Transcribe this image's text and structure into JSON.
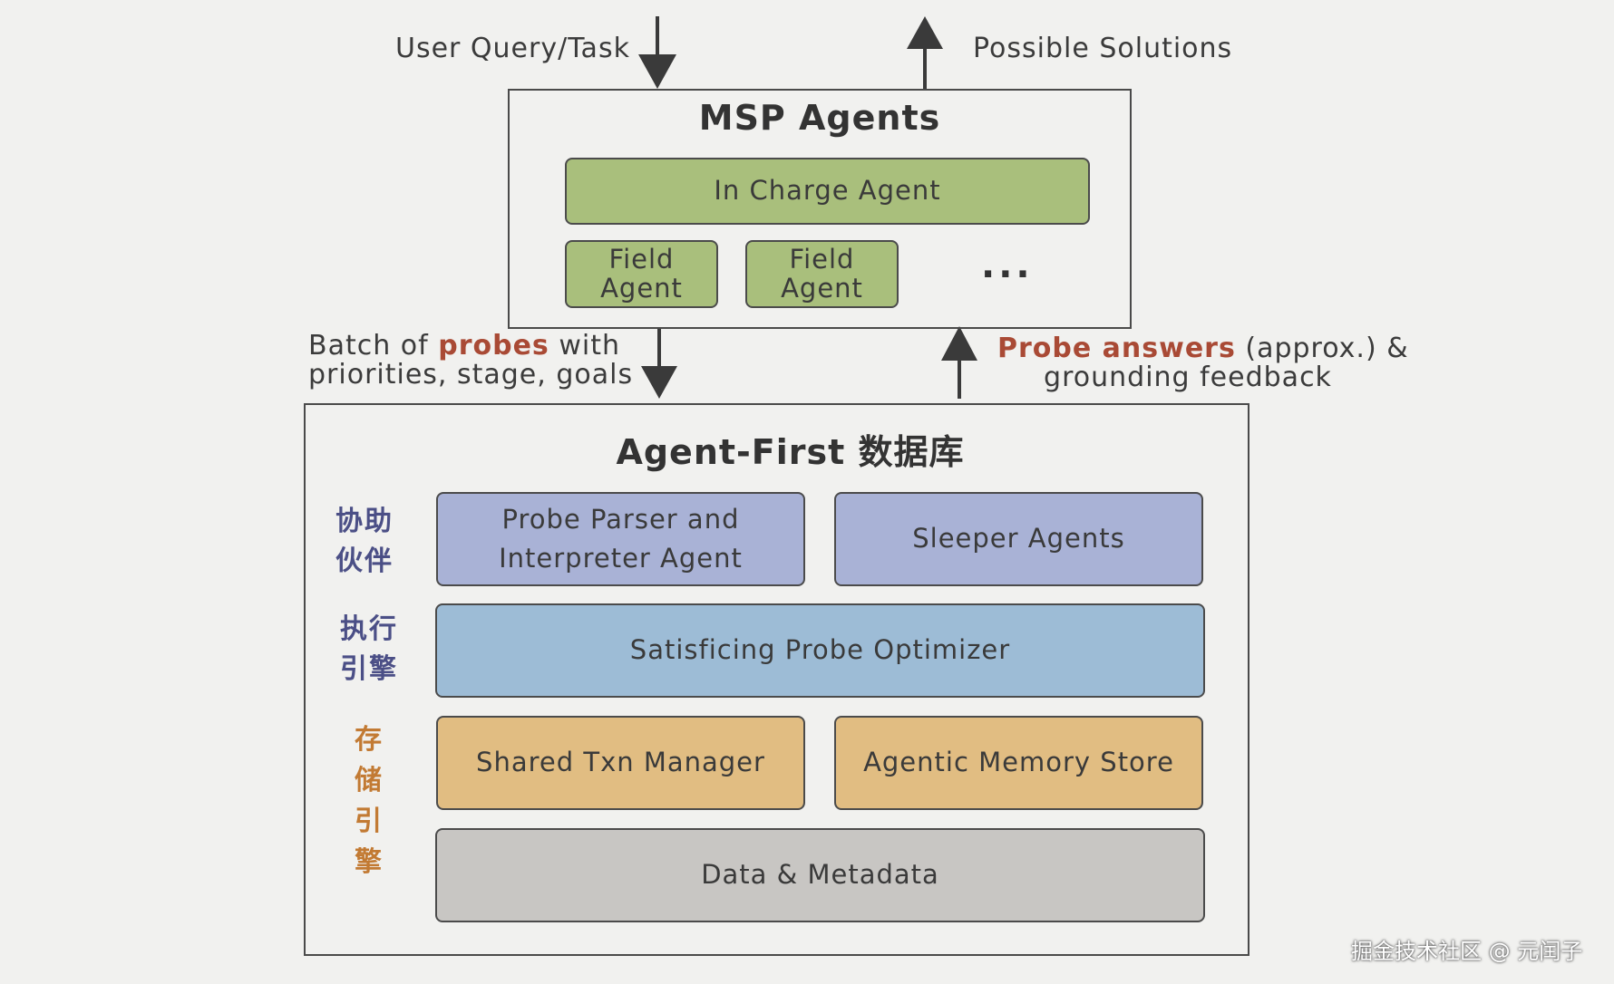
{
  "top_input_label": "User Query/Task",
  "top_output_label": "Possible Solutions",
  "msp": {
    "title": "MSP Agents",
    "in_charge": "In Charge Agent",
    "field_1": [
      "Field",
      "Agent"
    ],
    "field_2": [
      "Field",
      "Agent"
    ],
    "ellipsis": "..."
  },
  "middle_left": {
    "line1_a": "Batch of ",
    "line1_hi": "probes",
    "line1_b": " with",
    "line2": "priorities, stage, goals"
  },
  "middle_right": {
    "line1_hi": "Probe answers",
    "line1_b": " (approx.) &",
    "line2": "grounding feedback"
  },
  "db": {
    "title": "Agent-First 数据库",
    "side_labels": {
      "partner": [
        "协助",
        "伙伴"
      ],
      "exec": [
        "执行",
        "引擎"
      ],
      "storage": "存储引擎"
    },
    "probe_parser": [
      "Probe Parser and",
      "Interpreter Agent"
    ],
    "sleeper": "Sleeper Agents",
    "optimizer": "Satisficing Probe Optimizer",
    "txn": "Shared Txn Manager",
    "memory": "Agentic Memory Store",
    "data": "Data & Metadata"
  },
  "watermark": "掘金技术社区 @ 元闰子",
  "colors": {
    "green": "#a9bf7c",
    "purple": "#a9b2d6",
    "blue": "#9dbcd6",
    "orange": "#e1bd82",
    "gray": "#c8c6c3",
    "highlight_red": "#a94a35",
    "label_purple": "#4b4f86",
    "label_orange": "#c27a33"
  }
}
